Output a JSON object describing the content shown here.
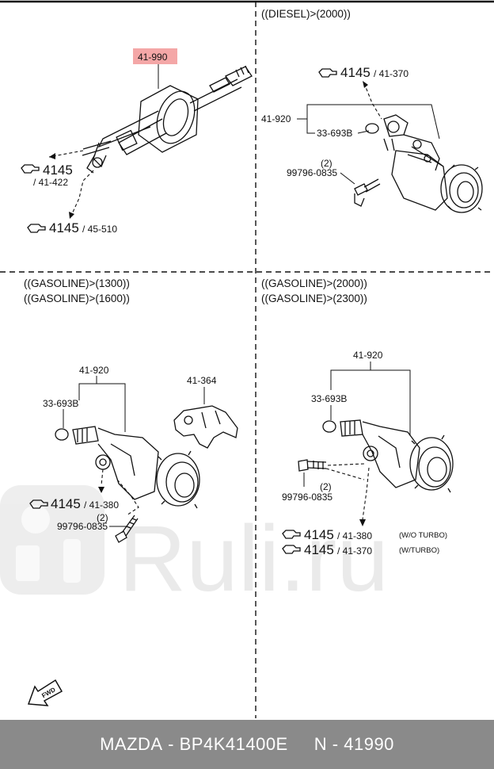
{
  "panels": {
    "top_left": {
      "part_highlight": "41-990",
      "ref1_num": "4145",
      "ref1_sub": "/ 41-422",
      "ref2_num": "4145",
      "ref2_sub": "/ 45-510"
    },
    "top_right": {
      "condition": "((DIESEL)>(2000))",
      "ref_num": "4145",
      "ref_sub": "/ 41-370",
      "part_a": "41-920",
      "part_b": "33-693B",
      "qty": "(2)",
      "bolt": "99796-0835"
    },
    "bottom_left": {
      "condition1": "((GASOLINE)>(1300))",
      "condition2": "((GASOLINE)>(1600))",
      "part_a": "41-920",
      "part_b": "33-693B",
      "part_c": "41-364",
      "ref_num": "4145",
      "ref_sub": "/ 41-380",
      "qty": "(2)",
      "bolt": "99796-0835"
    },
    "bottom_right": {
      "condition1": "((GASOLINE)>(2000))",
      "condition2": "((GASOLINE)>(2300))",
      "part_a": "41-920",
      "part_b": "33-693B",
      "qty": "(2)",
      "bolt": "99796-0835",
      "ref1_num": "4145",
      "ref1_sub": "/ 41-380",
      "ref1_note": "(W/O TURBO)",
      "ref2_num": "4145",
      "ref2_sub": "/ 41-370",
      "ref2_note": "(W/TURBO)"
    }
  },
  "fwd_label": "FWD",
  "watermark": "Ruli.ru",
  "footer": {
    "brand": "MAZDA",
    "part_number": "BP4K41400E",
    "ref_number": "N - 41990"
  },
  "colors": {
    "highlight": "#f4a7a7",
    "footer_bg": "#8a8a8a"
  }
}
